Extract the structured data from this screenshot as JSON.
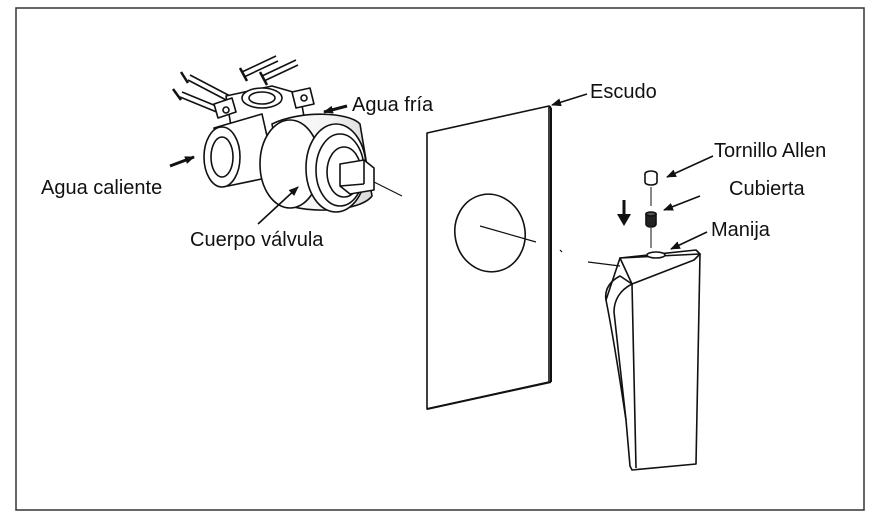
{
  "labels": {
    "escudo": "Escudo",
    "agua_fria": "Agua fría",
    "agua_caliente": "Agua caliente",
    "cuerpo_valvula": "Cuerpo válvula",
    "tornillo_allen": "Tornillo Allen",
    "cubierta": "Cubierta",
    "manija": "Manija"
  }
}
